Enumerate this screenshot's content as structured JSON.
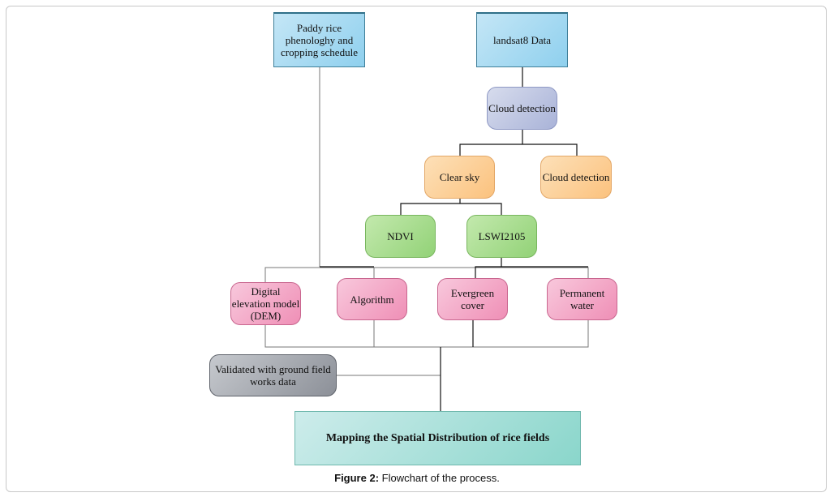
{
  "nodes": {
    "paddy": "Paddy rice phenologhy and cropping schedule",
    "landsat": "landsat8 Data",
    "cloud_detection": "Cloud detection",
    "clear_sky": "Clear sky",
    "cloud_detection_2": "Cloud detection",
    "ndvi": "NDVI",
    "lswi": "LSWI2105",
    "dem": "Digital elevation model (DEM)",
    "algorithm": "Algorithm",
    "evergreen": "Evergreen cover",
    "permanent_water": "Permanent water",
    "validated": "Validated with ground field works data",
    "mapping": "Mapping the Spatial Distribution of rice fields"
  },
  "caption": {
    "label": "Figure 2:",
    "text": " Flowchart of the process."
  }
}
